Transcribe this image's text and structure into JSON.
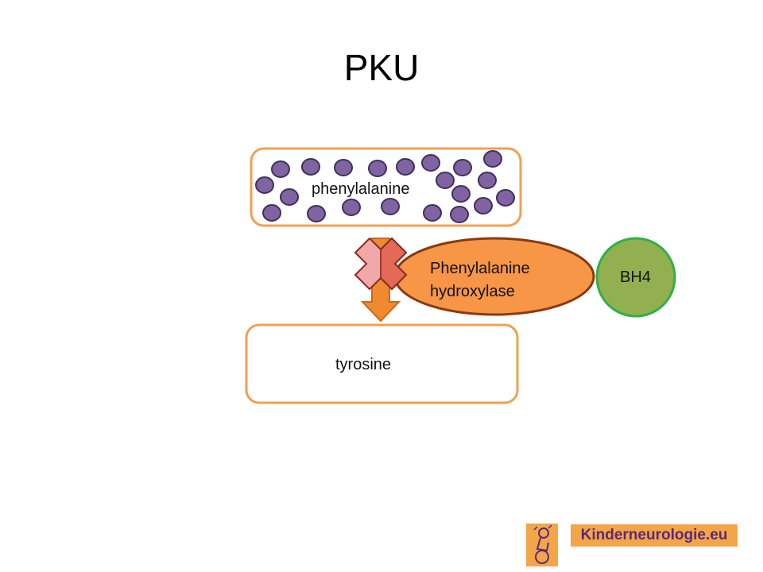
{
  "title": "PKU",
  "nodes": {
    "substrate": "phenylalanine",
    "product": "tyrosine",
    "enzyme_line1": "Phenylalanine",
    "enzyme_line2": "hydroxylase",
    "cofactor": "BH4"
  },
  "logo": {
    "text": "Kinderneurologie.eu"
  },
  "colors": {
    "box_border": "#f0a050",
    "molecule_fill": "#8064a2",
    "molecule_stroke": "#3f2f5a",
    "arrow": "#f08a30",
    "enzyme_fill": "#f79646",
    "enzyme_stroke": "#8a3a10",
    "cofactor_fill": "#92b050",
    "cofactor_stroke": "#2fb04a",
    "block_x": "#e0604a",
    "logo_bg": "#f3a54a",
    "logo_text": "#5a2a7a"
  }
}
